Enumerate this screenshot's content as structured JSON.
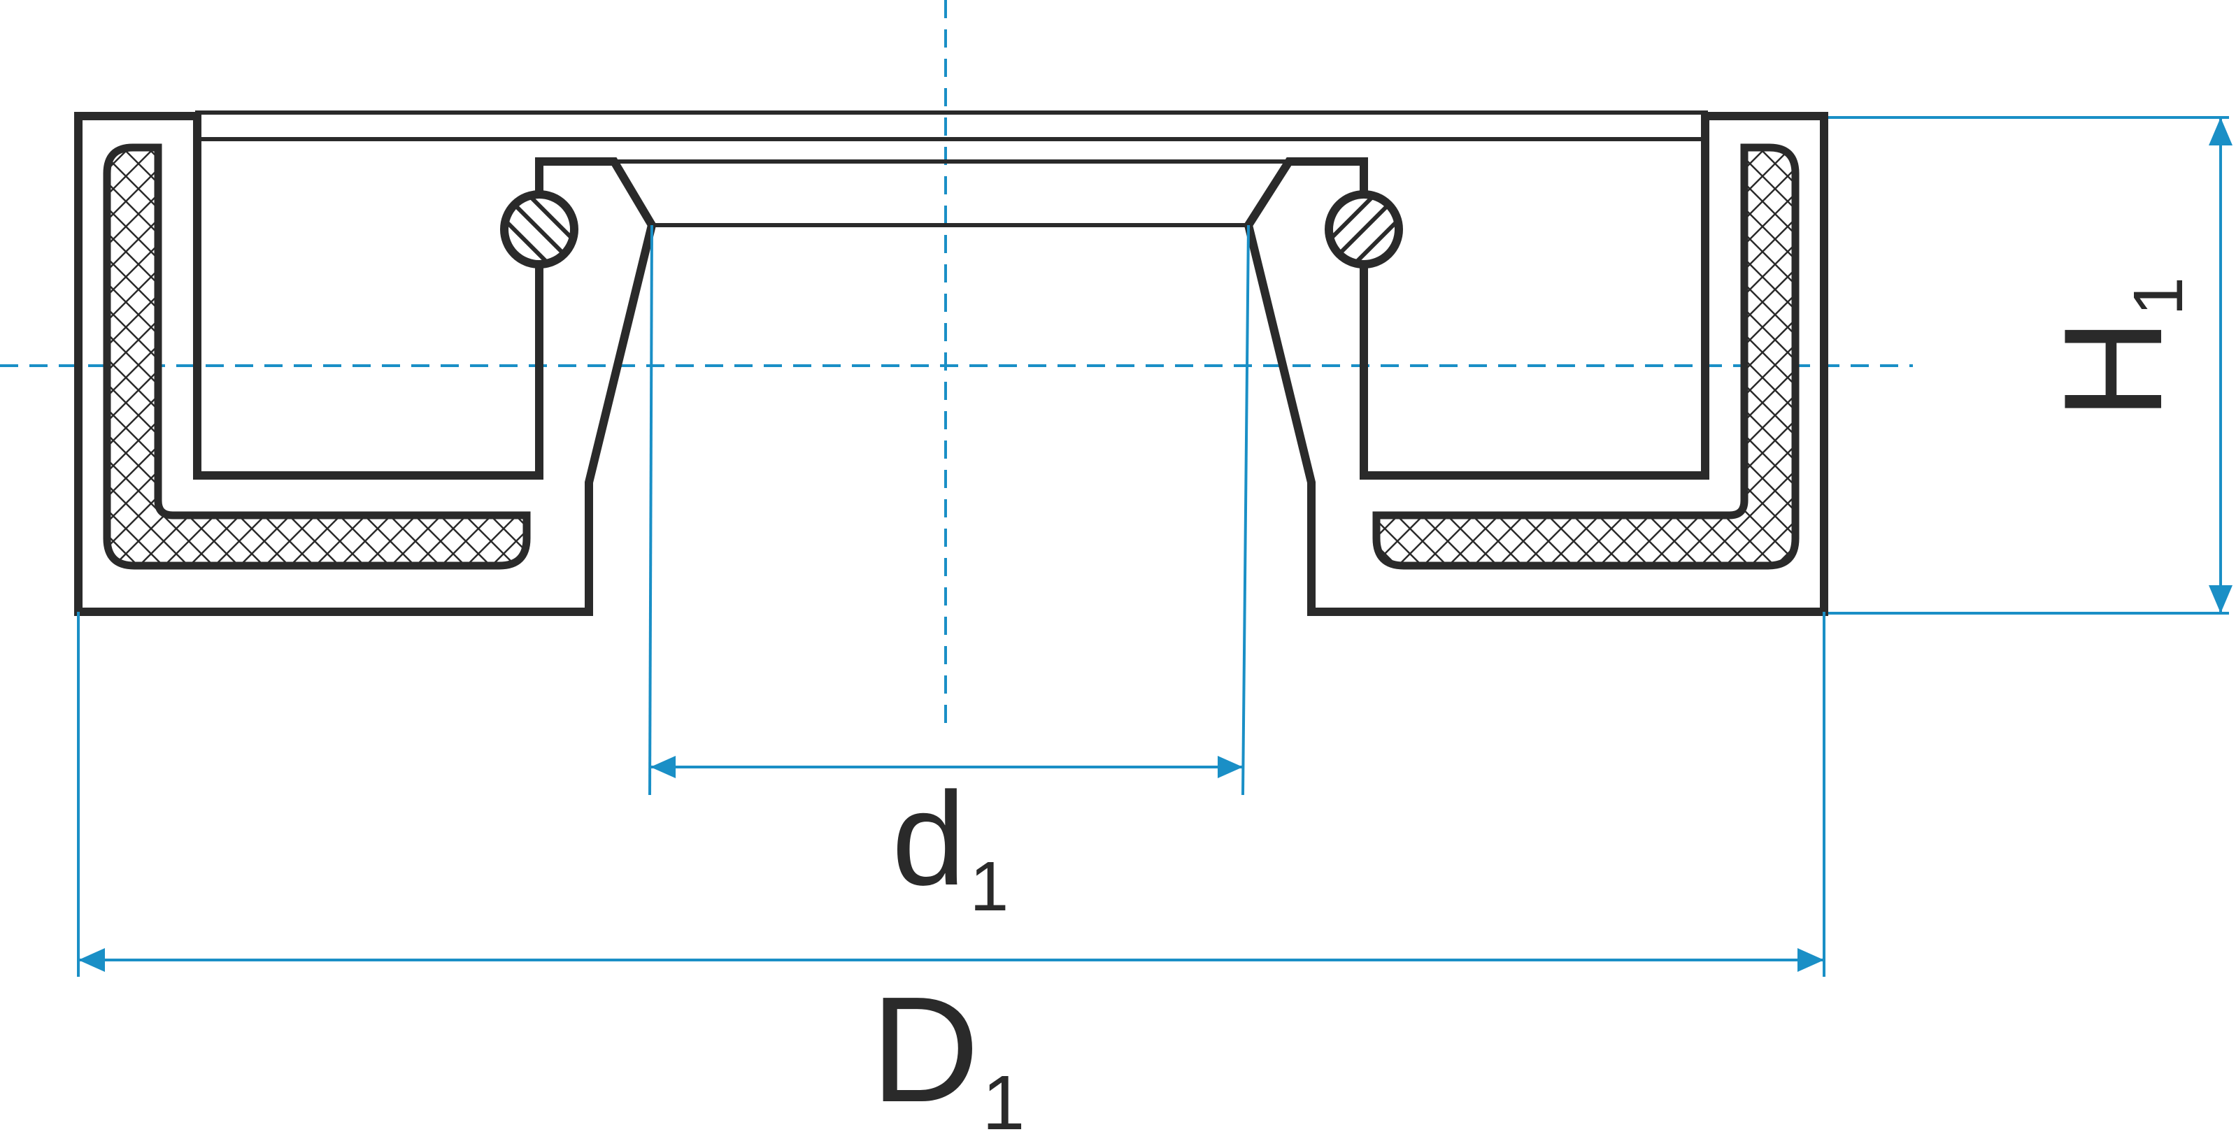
{
  "title": "",
  "colors": {
    "outline": "#2a2a2a",
    "dimension": "#1a8fc6",
    "background": "#ffffff"
  },
  "dimensions": {
    "inner_diameter": {
      "symbol": "d",
      "subscript": "1"
    },
    "outer_diameter": {
      "symbol": "D",
      "subscript": "1"
    },
    "height": {
      "symbol": "H",
      "subscript": "1"
    }
  }
}
